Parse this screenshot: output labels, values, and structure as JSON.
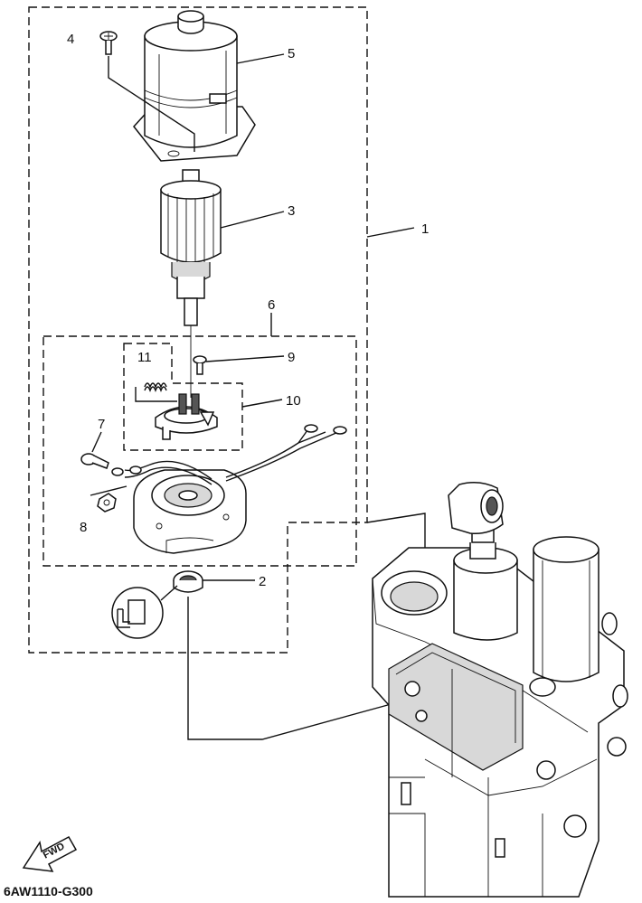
{
  "diagram": {
    "callouts": [
      {
        "id": "1",
        "text": "1"
      },
      {
        "id": "2",
        "text": "2"
      },
      {
        "id": "3",
        "text": "3"
      },
      {
        "id": "4",
        "text": "4"
      },
      {
        "id": "5",
        "text": "5"
      },
      {
        "id": "6",
        "text": "6"
      },
      {
        "id": "7",
        "text": "7"
      },
      {
        "id": "8",
        "text": "8"
      },
      {
        "id": "9",
        "text": "9"
      },
      {
        "id": "10",
        "text": "10"
      },
      {
        "id": "11",
        "text": "11"
      }
    ],
    "fwd_label": "FWD",
    "drawing_code": "6AW1110-G300"
  }
}
